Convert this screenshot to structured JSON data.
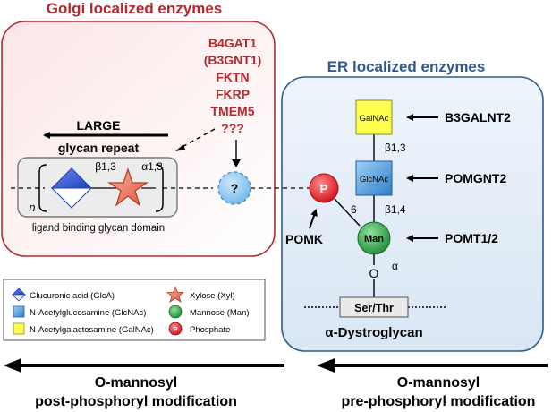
{
  "golgi": {
    "title": "Golgi localized enzymes",
    "enzymes": [
      "B4GAT1",
      "(B3GNT1)",
      "FKTN",
      "FKRP",
      "TMEM5",
      "???"
    ],
    "large_label": "LARGE",
    "glycan_repeat_label": "glycan repeat",
    "bond_beta": "β1,3",
    "bond_alpha": "α1,3",
    "repeat_n": "n",
    "ligand_label": "ligand binding glycan domain",
    "unknown_symbol": "?"
  },
  "er": {
    "title": "ER localized enzymes",
    "galnac_label": "GalNAc",
    "glcnac_label": "GlcNAc",
    "man_label": "Man",
    "phosphate_label": "P",
    "o_label": "O",
    "bond_b13": "β1,3",
    "bond_b14": "β1,4",
    "bond_6": "6",
    "bond_alpha": "α",
    "enzymes": {
      "b3galnt2": "B3GALNT2",
      "pomgnt2": "POMGNT2",
      "pomt": "POMT1/2",
      "pomk": "POMK"
    },
    "serthr_label": "Ser/Thr",
    "dystroglycan_label": "α-Dystroglycan"
  },
  "legend": {
    "items": [
      {
        "label": "Glucuronic acid (GlcA)",
        "icon": "diamond-icon"
      },
      {
        "label": "Xylose (Xyl)",
        "icon": "star-icon"
      },
      {
        "label": "N-Acetylglucosamine (GlcNAc)",
        "icon": "blue-square-icon"
      },
      {
        "label": "Mannose (Man)",
        "icon": "green-circle-icon"
      },
      {
        "label": "N-Acetylgalactosamine (GalNAc)",
        "icon": "yellow-square-icon"
      },
      {
        "label": "Phosphate",
        "icon": "phosphate-icon"
      }
    ],
    "phosphate_symbol": "P"
  },
  "bottom": {
    "left_line1": "O-mannosyl",
    "left_line2": "post-phosphoryl modification",
    "right_line1": "O-mannosyl",
    "right_line2": "pre-phosphoryl modification"
  },
  "colors": {
    "golgi_red": "#b5282e",
    "er_blue": "#2f5a8f",
    "mannose_green": "#2e9e44",
    "phosphate_red": "#e01b24",
    "galnac_yellow": "#ffff4d",
    "glcnac_blue": "#3d92d9",
    "xylose_orange": "#e8704f",
    "glca_blue": "#2a52c9"
  }
}
